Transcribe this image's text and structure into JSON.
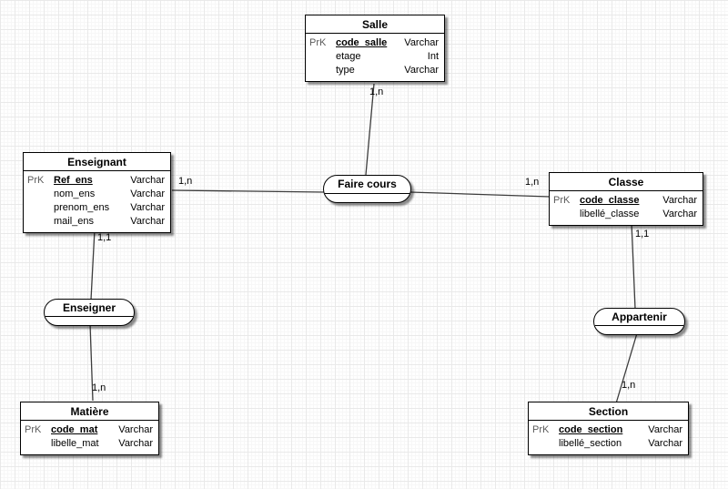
{
  "colors": {
    "background": "#ffffff",
    "grid_major": "#e9e9e9",
    "grid_minor": "#f7f7f7",
    "shape_border": "#000000",
    "shape_fill": "#ffffff",
    "connector": "#3c3c3c",
    "key_indicator": "#5a5a5a"
  },
  "entities": {
    "salle": {
      "title": "Salle",
      "rows": [
        {
          "key": "PrK",
          "name": "code_salle",
          "type": "Varchar"
        },
        {
          "key": "",
          "name": "etage",
          "type": "Int"
        },
        {
          "key": "",
          "name": "type",
          "type": "Varchar"
        }
      ]
    },
    "enseignant": {
      "title": "Enseignant",
      "rows": [
        {
          "key": "PrK",
          "name": "Ref_ens",
          "type": "Varchar"
        },
        {
          "key": "",
          "name": "nom_ens",
          "type": "Varchar"
        },
        {
          "key": "",
          "name": "prenom_ens",
          "type": "Varchar"
        },
        {
          "key": "",
          "name": "mail_ens",
          "type": "Varchar"
        }
      ]
    },
    "classe": {
      "title": "Classe",
      "rows": [
        {
          "key": "PrK",
          "name": "code_classe",
          "type": "Varchar"
        },
        {
          "key": "",
          "name": "libellé_classe",
          "type": "Varchar"
        }
      ]
    },
    "matiere": {
      "title": "Matière",
      "rows": [
        {
          "key": "PrK",
          "name": "code_mat",
          "type": "Varchar"
        },
        {
          "key": "",
          "name": "libelle_mat",
          "type": "Varchar"
        }
      ]
    },
    "section": {
      "title": "Section",
      "rows": [
        {
          "key": "PrK",
          "name": "code_section",
          "type": "Varchar"
        },
        {
          "key": "",
          "name": "libellé_section",
          "type": "Varchar"
        }
      ]
    }
  },
  "relations": {
    "faire_cours": {
      "label": "Faire cours"
    },
    "enseigner": {
      "label": "Enseigner"
    },
    "appartenir": {
      "label": "Appartenir"
    }
  },
  "cardinalities": {
    "salle_faire_cours": "1,n",
    "enseignant_faire_cours": "1,n",
    "classe_faire_cours": "1,n",
    "enseignant_enseigner": "1,1",
    "enseigner_matiere": "1,n",
    "classe_appartenir": "1,1",
    "appartenir_section": "1,n"
  }
}
